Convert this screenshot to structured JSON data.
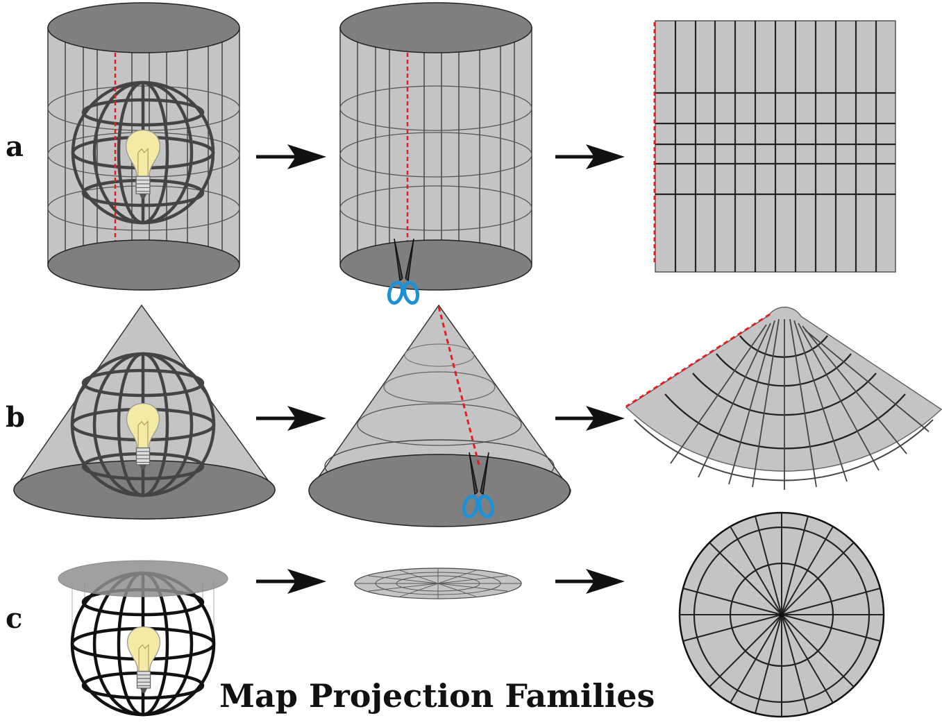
{
  "rows": [
    {
      "label": "a"
    },
    {
      "label": "b"
    },
    {
      "label": "c"
    }
  ],
  "title": "Map Projection Families",
  "colors": {
    "surface": "#c4c4c4",
    "surface_dark": "#7f7f7f",
    "grid": "#333333",
    "cut_line": "#e02020",
    "scissors_handle": "#1e90d6",
    "bulb": "#f3eaa6",
    "arrow": "#111111"
  },
  "icons": [
    "light-bulb-icon",
    "scissors-icon",
    "arrow-right-icon"
  ]
}
